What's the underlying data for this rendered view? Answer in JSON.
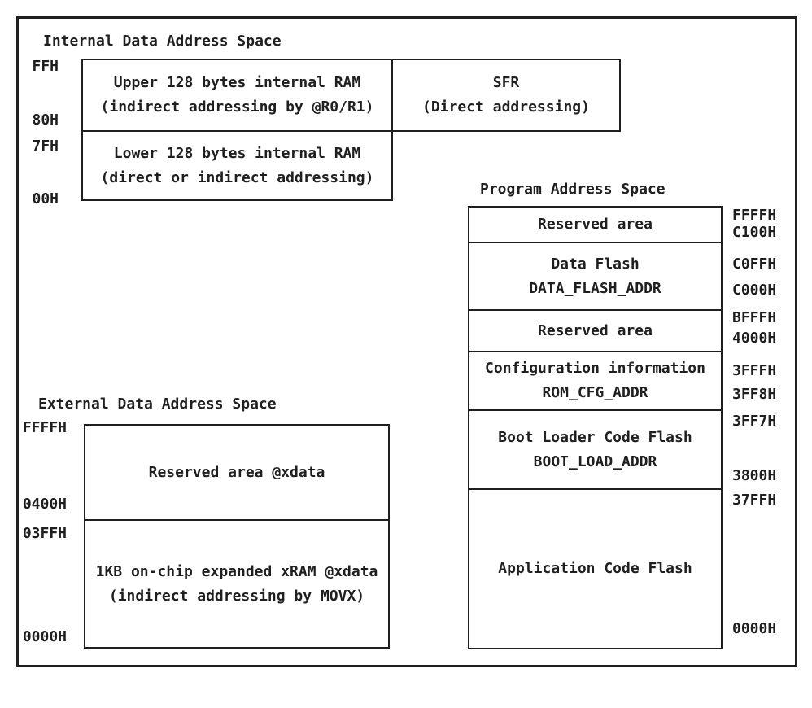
{
  "colors": {
    "ink": "#1f1f1f",
    "background": "#ffffff"
  },
  "internal": {
    "title": "Internal Data Address Space",
    "address_labels": [
      "FFH",
      "80H",
      "7FH",
      "00H"
    ],
    "upper_ram": {
      "line1": "Upper 128 bytes internal RAM",
      "line2": "(indirect addressing by @R0/R1)"
    },
    "sfr": {
      "line1": "SFR",
      "line2": "(Direct addressing)"
    },
    "lower_ram": {
      "line1": "Lower 128 bytes internal RAM",
      "line2": "(direct or indirect addressing)"
    }
  },
  "program": {
    "title": "Program Address Space",
    "regions": [
      {
        "line1": "Reserved area"
      },
      {
        "line1": "Data Flash",
        "line2": "DATA_FLASH_ADDR"
      },
      {
        "line1": "Reserved area"
      },
      {
        "line1": "Configuration information",
        "line2": "ROM_CFG_ADDR"
      },
      {
        "line1": "Boot Loader Code Flash",
        "line2": "BOOT_LOAD_ADDR"
      },
      {
        "line1": "Application Code Flash"
      }
    ],
    "address_labels": [
      "FFFFH",
      "C100H",
      "C0FFH",
      "C000H",
      "BFFFH",
      "4000H",
      "3FFFH",
      "3FF8H",
      "3FF7H",
      "3800H",
      "37FFH",
      "0000H"
    ]
  },
  "external": {
    "title": "External Data Address Space",
    "regions": [
      {
        "line1": "Reserved area @xdata"
      },
      {
        "line1": "1KB on-chip expanded xRAM @xdata",
        "line2": "(indirect addressing by MOVX)"
      }
    ],
    "address_labels": [
      "FFFFH",
      "0400H",
      "03FFH",
      "0000H"
    ]
  }
}
